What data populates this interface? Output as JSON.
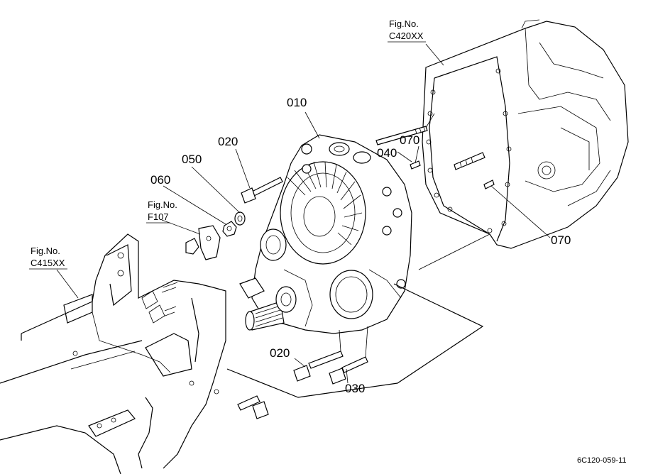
{
  "parts": {
    "p010": "010",
    "p020_top": "020",
    "p050": "050",
    "p060": "060",
    "p040": "040",
    "p070_top": "070",
    "p070_right": "070",
    "p020_bottom": "020",
    "p030": "030"
  },
  "figure_refs": {
    "c420": {
      "label": "Fig.No.",
      "code": "C420XX"
    },
    "f107": {
      "label": "Fig.No.",
      "code": "F107"
    },
    "c415": {
      "label": "Fig.No.",
      "code": "C415XX"
    }
  },
  "diagram_code": "6C120-059-11"
}
